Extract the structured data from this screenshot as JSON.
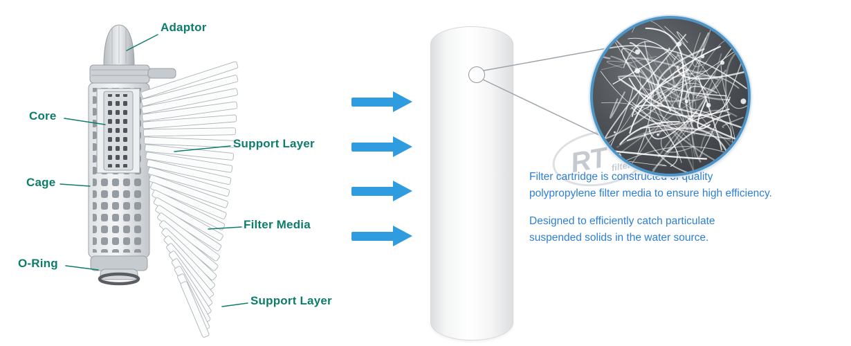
{
  "part_labels": [
    {
      "text": "Adaptor"
    },
    {
      "text": "Core"
    },
    {
      "text": "Cage"
    },
    {
      "text": "O-Ring"
    },
    {
      "text": "Support Layer"
    },
    {
      "text": "Filter Media"
    },
    {
      "text": "Support Layer"
    }
  ],
  "annotations": {
    "paragraphs": [
      {
        "lines": [
          "Filter cartridge is constructed of quality",
          "polypropylene filter media to ensure high efficiency."
        ]
      },
      {
        "lines": [
          "Designed to efficiently catch particulate",
          "suspended solids in the water source."
        ]
      }
    ]
  },
  "watermark": {
    "brand": "RT",
    "sub": "filter"
  },
  "colors": {
    "label_teal": "#0c7c6b",
    "text_blue": "#2e7fd2",
    "arrow_blue": "#2f9ce0",
    "inset_ring": "#4e94c4"
  }
}
